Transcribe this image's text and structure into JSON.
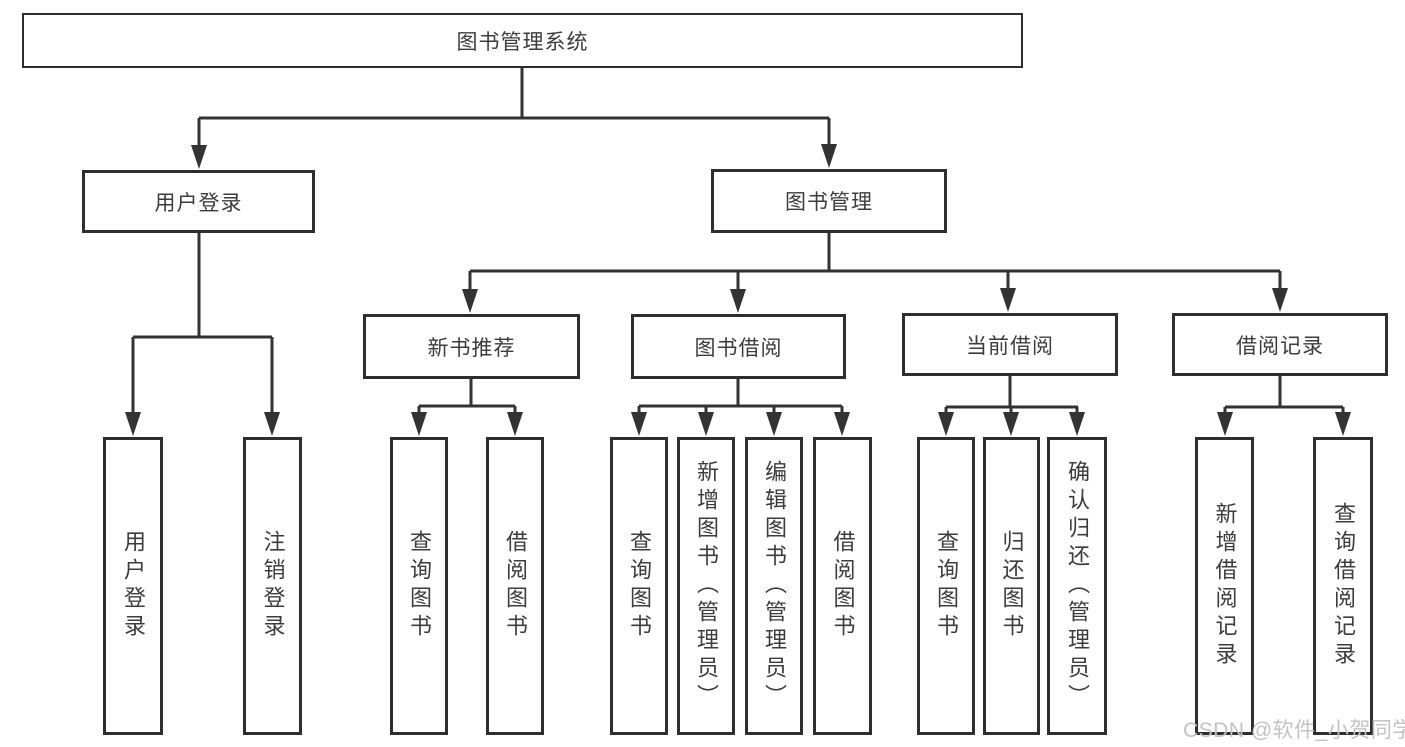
{
  "tree": {
    "label": "图书管理系统",
    "children": [
      {
        "label": "用户登录",
        "children": [
          {
            "label": "用户登录"
          },
          {
            "label": "注销登录"
          }
        ]
      },
      {
        "label": "图书管理",
        "children": [
          {
            "label": "新书推荐",
            "children": [
              {
                "label": "查询图书"
              },
              {
                "label": "借阅图书"
              }
            ]
          },
          {
            "label": "图书借阅",
            "children": [
              {
                "label": "查询图书"
              },
              {
                "label": "新增图书（管理员）"
              },
              {
                "label": "编辑图书（管理员）"
              },
              {
                "label": "借阅图书"
              }
            ]
          },
          {
            "label": "当前借阅",
            "children": [
              {
                "label": "查询图书"
              },
              {
                "label": "归还图书"
              },
              {
                "label": "确认归还（管理员）"
              }
            ]
          },
          {
            "label": "借阅记录",
            "children": [
              {
                "label": "新增借阅记录"
              },
              {
                "label": "查询借阅记录"
              }
            ]
          }
        ]
      }
    ]
  },
  "watermark": {
    "text": "CSDN @软件_小贺同学"
  },
  "colors": {
    "line": "#333333",
    "box_border": "#2e2e2e",
    "text": "#3c3c3c",
    "watermark": "#c3c3c3",
    "background": "#ffffff"
  }
}
